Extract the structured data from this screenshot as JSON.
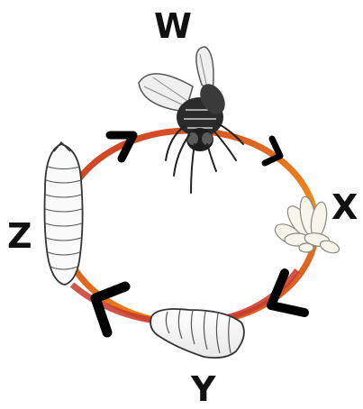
{
  "stages": {
    "w": {
      "label": "W",
      "icon": "adult-fly-icon"
    },
    "x": {
      "label": "X",
      "icon": "egg-cluster-icon"
    },
    "y": {
      "label": "Y",
      "icon": "larva-icon"
    },
    "z": {
      "label": "Z",
      "icon": "pupa-icon"
    }
  },
  "cycle": {
    "direction": "clockwise",
    "order": [
      "W",
      "X",
      "Y",
      "Z"
    ],
    "colors": {
      "red": "#c8372b",
      "orange": "#ee8a1c",
      "arrow": "#000000"
    }
  }
}
